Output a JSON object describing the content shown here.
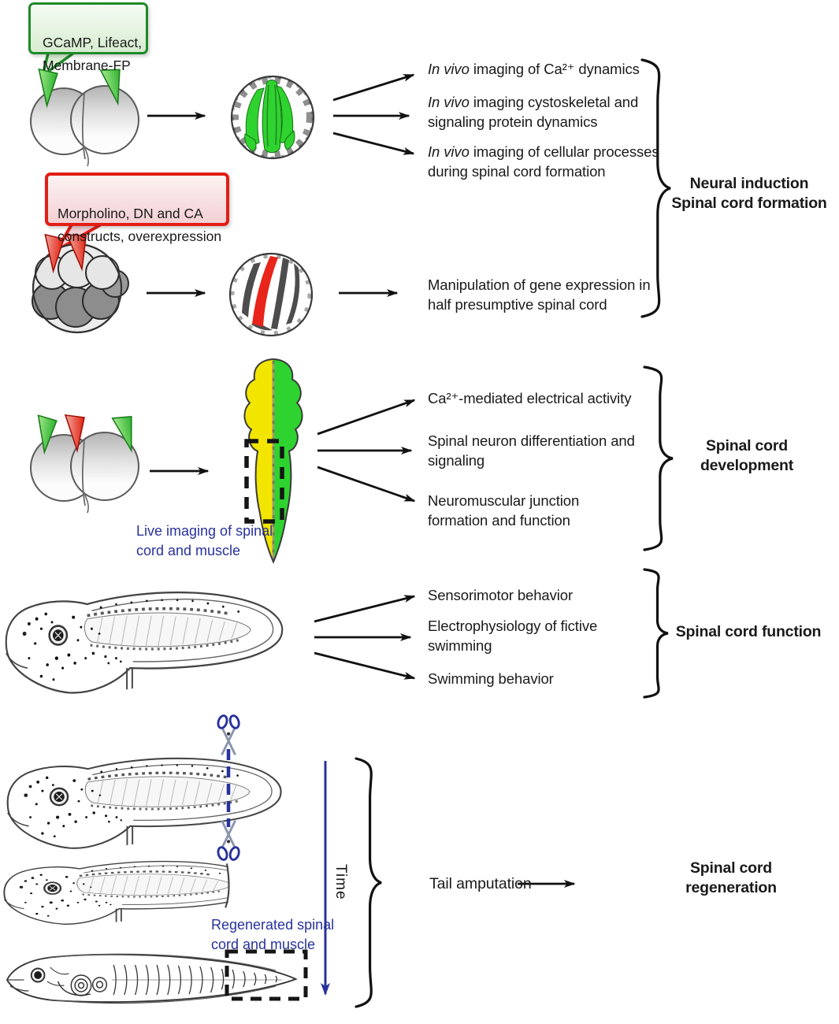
{
  "palette": {
    "green": "#2fd32f",
    "dark_green": "#1f8a28",
    "yellow": "#f2e600",
    "red": "#e6231a",
    "navy": "#28329b",
    "ink": "#1a1a1a"
  },
  "injections": {
    "green_bubble": "GCaMP, Lifeact,\nMembrane-FP",
    "red_bubble": "Morpholino, DN and CA\nconstructs, overexpression"
  },
  "neural_induction": {
    "outcomes": [
      {
        "italic": "In vivo",
        "text": " imaging of Ca²⁺ dynamics"
      },
      {
        "italic": "In vivo",
        "text": " imaging cystoskeletal and signaling protein dynamics"
      },
      {
        "italic": "In vivo",
        "text": " imaging of cellular processes during spinal cord formation"
      }
    ],
    "label": "Neural induction\nSpinal cord formation"
  },
  "gene_manipulation": {
    "outcome": "Manipulation of gene expression in half presumptive spinal cord"
  },
  "development": {
    "annotation": "Live imaging of spinal\ncord and muscle",
    "outcomes": [
      "Ca²⁺-mediated electrical activity",
      "Spinal neuron differentiation and signaling",
      "Neuromuscular junction formation and function"
    ],
    "label": "Spinal cord\ndevelopment"
  },
  "function": {
    "outcomes": [
      "Sensorimotor behavior",
      "Electrophysiology of fictive swimming",
      "Swimming behavior"
    ],
    "label": "Spinal cord function"
  },
  "regeneration": {
    "time_label": "Time",
    "annotation": "Regenerated spinal\ncord and muscle",
    "action": "Tail amputation",
    "label": "Spinal cord\nregeneration"
  }
}
